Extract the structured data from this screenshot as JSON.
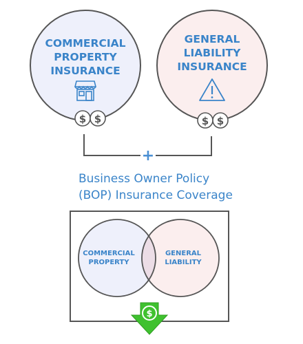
{
  "left_circle": {
    "line1": "COMMERCIAL",
    "line2": "PROPERTY",
    "line3": "INSURANCE",
    "icon": "storefront-icon",
    "badge_symbol": "$"
  },
  "right_circle": {
    "line1": "GENERAL",
    "line2": "LIABILITY",
    "line3": "INSURANCE",
    "icon": "warning-icon",
    "badge_symbol": "$"
  },
  "connector": {
    "plus": "+"
  },
  "caption": {
    "line1": "Business Owner Policy",
    "line2": "(BOP) Insurance Coverage"
  },
  "venn": {
    "left_line1": "COMMERCIAL",
    "left_line2": "PROPERTY",
    "right_line1": "GENERAL",
    "right_line2": "LIABILITY"
  },
  "arrow_badge": {
    "symbol": "$",
    "icon": "dollar-arrow-down-icon"
  },
  "colors": {
    "text_blue": "#3a84c9",
    "outline": "#555555",
    "left_fill": "#eef0fb",
    "right_fill": "#fbeeee",
    "overlap_fill": "#ecdde6",
    "plus_blue": "#4a8fd3",
    "arrow_green": "#3fc12f"
  }
}
